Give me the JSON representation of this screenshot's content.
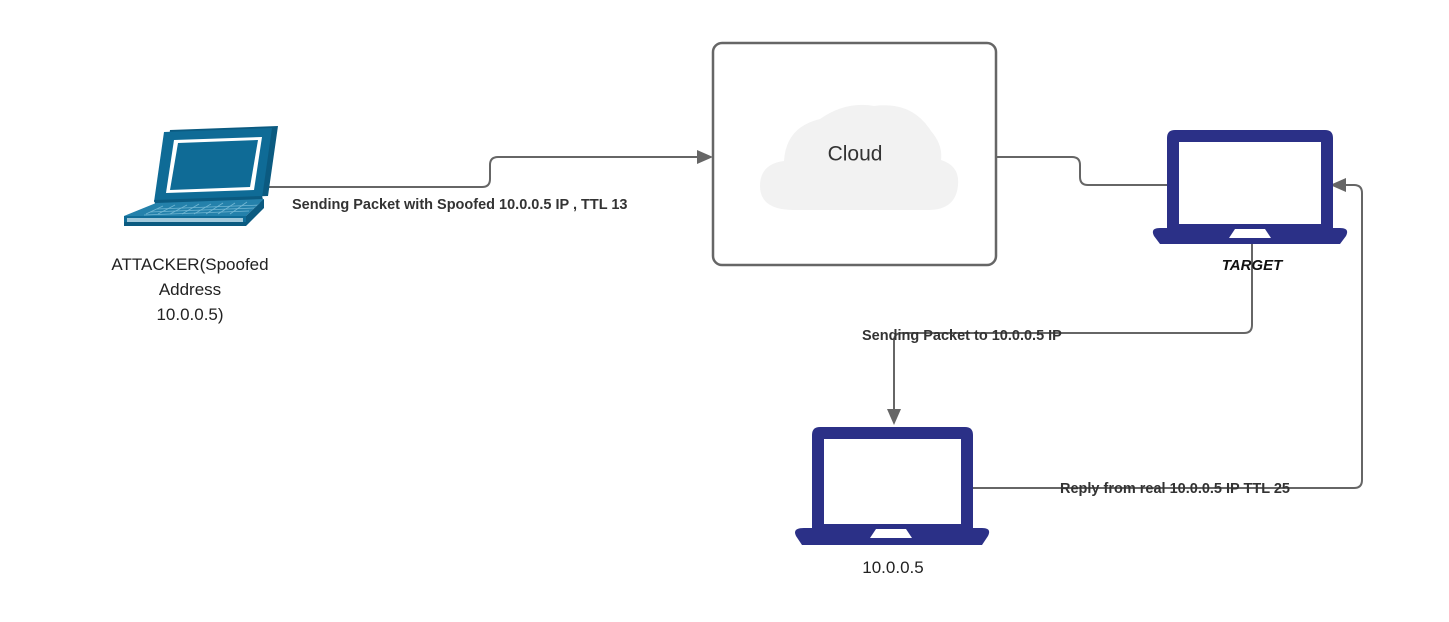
{
  "diagram": {
    "title": "IP Spoofing / Reflection Packet Flow Diagram",
    "background_color": "#ffffff",
    "line_color": "#666666",
    "colors": {
      "attacker_laptop": "#0f6b96",
      "attacker_laptop_dark": "#0b5a80",
      "attacker_laptop_light": "#3a8fb5",
      "navy_laptop": "#2b3087",
      "cloud_fill": "#f2f2f2",
      "box_stroke": "#666666",
      "label_text": "#333333"
    },
    "nodes": [
      {
        "id": "attacker",
        "type": "laptop-teal-icon",
        "icon_name": "attacker-laptop-icon",
        "label_lines": [
          "ATTACKER(Spoofed",
          "Address",
          "10.0.0.5)"
        ],
        "label_style": "regular"
      },
      {
        "id": "cloud",
        "type": "cloud-in-box",
        "icon_name": "cloud-icon",
        "label": "Cloud",
        "label_style": "regular"
      },
      {
        "id": "target",
        "type": "laptop-navy-icon",
        "icon_name": "target-laptop-icon",
        "label": "TARGET",
        "label_style": "bold-italic"
      },
      {
        "id": "victim",
        "type": "laptop-navy-icon",
        "icon_name": "victim-laptop-icon",
        "label": "10.0.0.5",
        "label_style": "regular"
      }
    ],
    "edges": [
      {
        "id": "attacker-to-cloud",
        "from": "attacker",
        "to": "cloud",
        "label": "Sending Packet with Spoofed 10.0.0.5 IP , TTL 13",
        "arrow": "end"
      },
      {
        "id": "cloud-to-target",
        "from": "cloud",
        "to": "target",
        "label": "",
        "arrow": "none"
      },
      {
        "id": "target-to-victim",
        "from": "target",
        "to": "victim",
        "label": "Sending Packet to 10.0.0.5 IP",
        "arrow": "end"
      },
      {
        "id": "victim-to-target",
        "from": "victim",
        "to": "target",
        "label": "Reply from real 10.0.0.5 IP TTL 25",
        "arrow": "end"
      }
    ]
  }
}
